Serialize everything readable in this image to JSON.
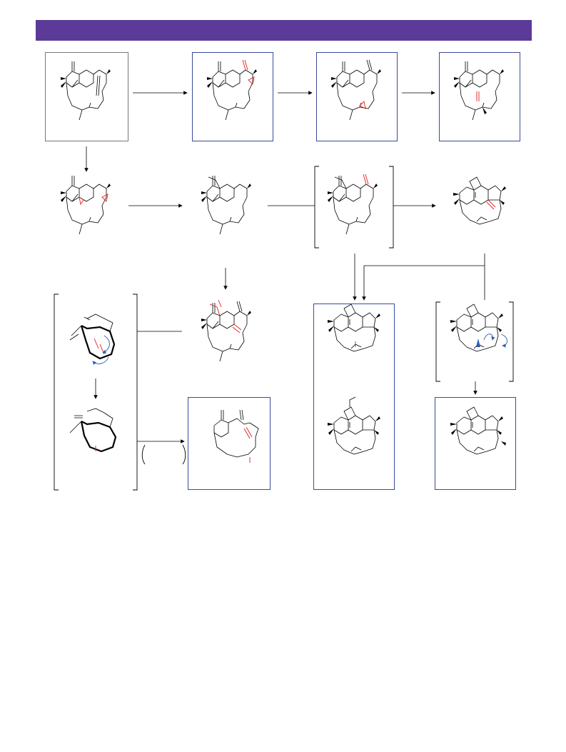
{
  "header": {
    "color": "#5b3b97"
  },
  "colors": {
    "highlight": "#e0201c",
    "electron_arrow": "#2f5bb0",
    "framed_box": "#3a4a9a"
  },
  "scheme": {
    "structure_count": 17,
    "framed_products": [
      "row1-col2",
      "row1-col3",
      "row1-col4",
      "row3-col2",
      "row3-col3-stack",
      "row3-col4"
    ]
  }
}
